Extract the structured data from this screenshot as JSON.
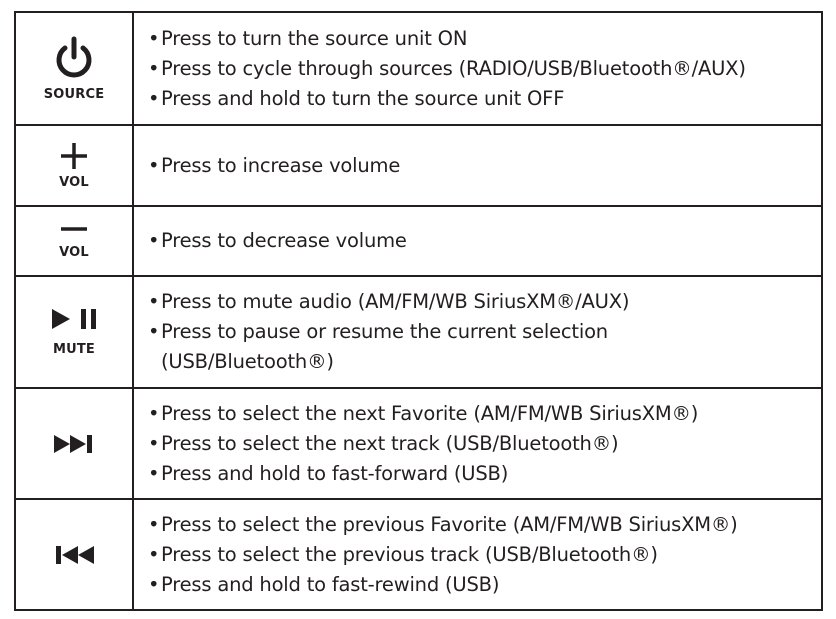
{
  "rows": [
    {
      "icon": "power-icon",
      "label": "SOURCE",
      "lines": [
        "Press to turn the source unit ON",
        "Press to cycle through sources (RADIO/USB/Bluetooth®/AUX)",
        "Press and hold to turn the source unit OFF"
      ]
    },
    {
      "icon": "plus-icon",
      "label": "VOL",
      "lines": [
        "Press to increase volume"
      ]
    },
    {
      "icon": "minus-icon",
      "label": "VOL",
      "lines": [
        "Press to decrease volume"
      ]
    },
    {
      "icon": "play-pause-icon",
      "label": "MUTE",
      "lines": [
        "Press to mute audio (AM/FM/WB SiriusXM®/AUX)",
        "Press to pause or resume the current selection",
        "(USB/Bluetooth®)"
      ]
    },
    {
      "icon": "skip-forward-icon",
      "label": "",
      "lines": [
        "Press to select the next Favorite (AM/FM/WB SiriusXM®)",
        "Press to select the next track (USB/Bluetooth®)",
        "Press and hold to fast-forward (USB)"
      ]
    },
    {
      "icon": "skip-back-icon",
      "label": "",
      "lines": [
        "Press to select the previous Favorite (AM/FM/WB SiriusXM®)",
        "Press to select the previous track (USB/Bluetooth®)",
        "Press and hold to fast-rewind (USB)"
      ]
    }
  ]
}
